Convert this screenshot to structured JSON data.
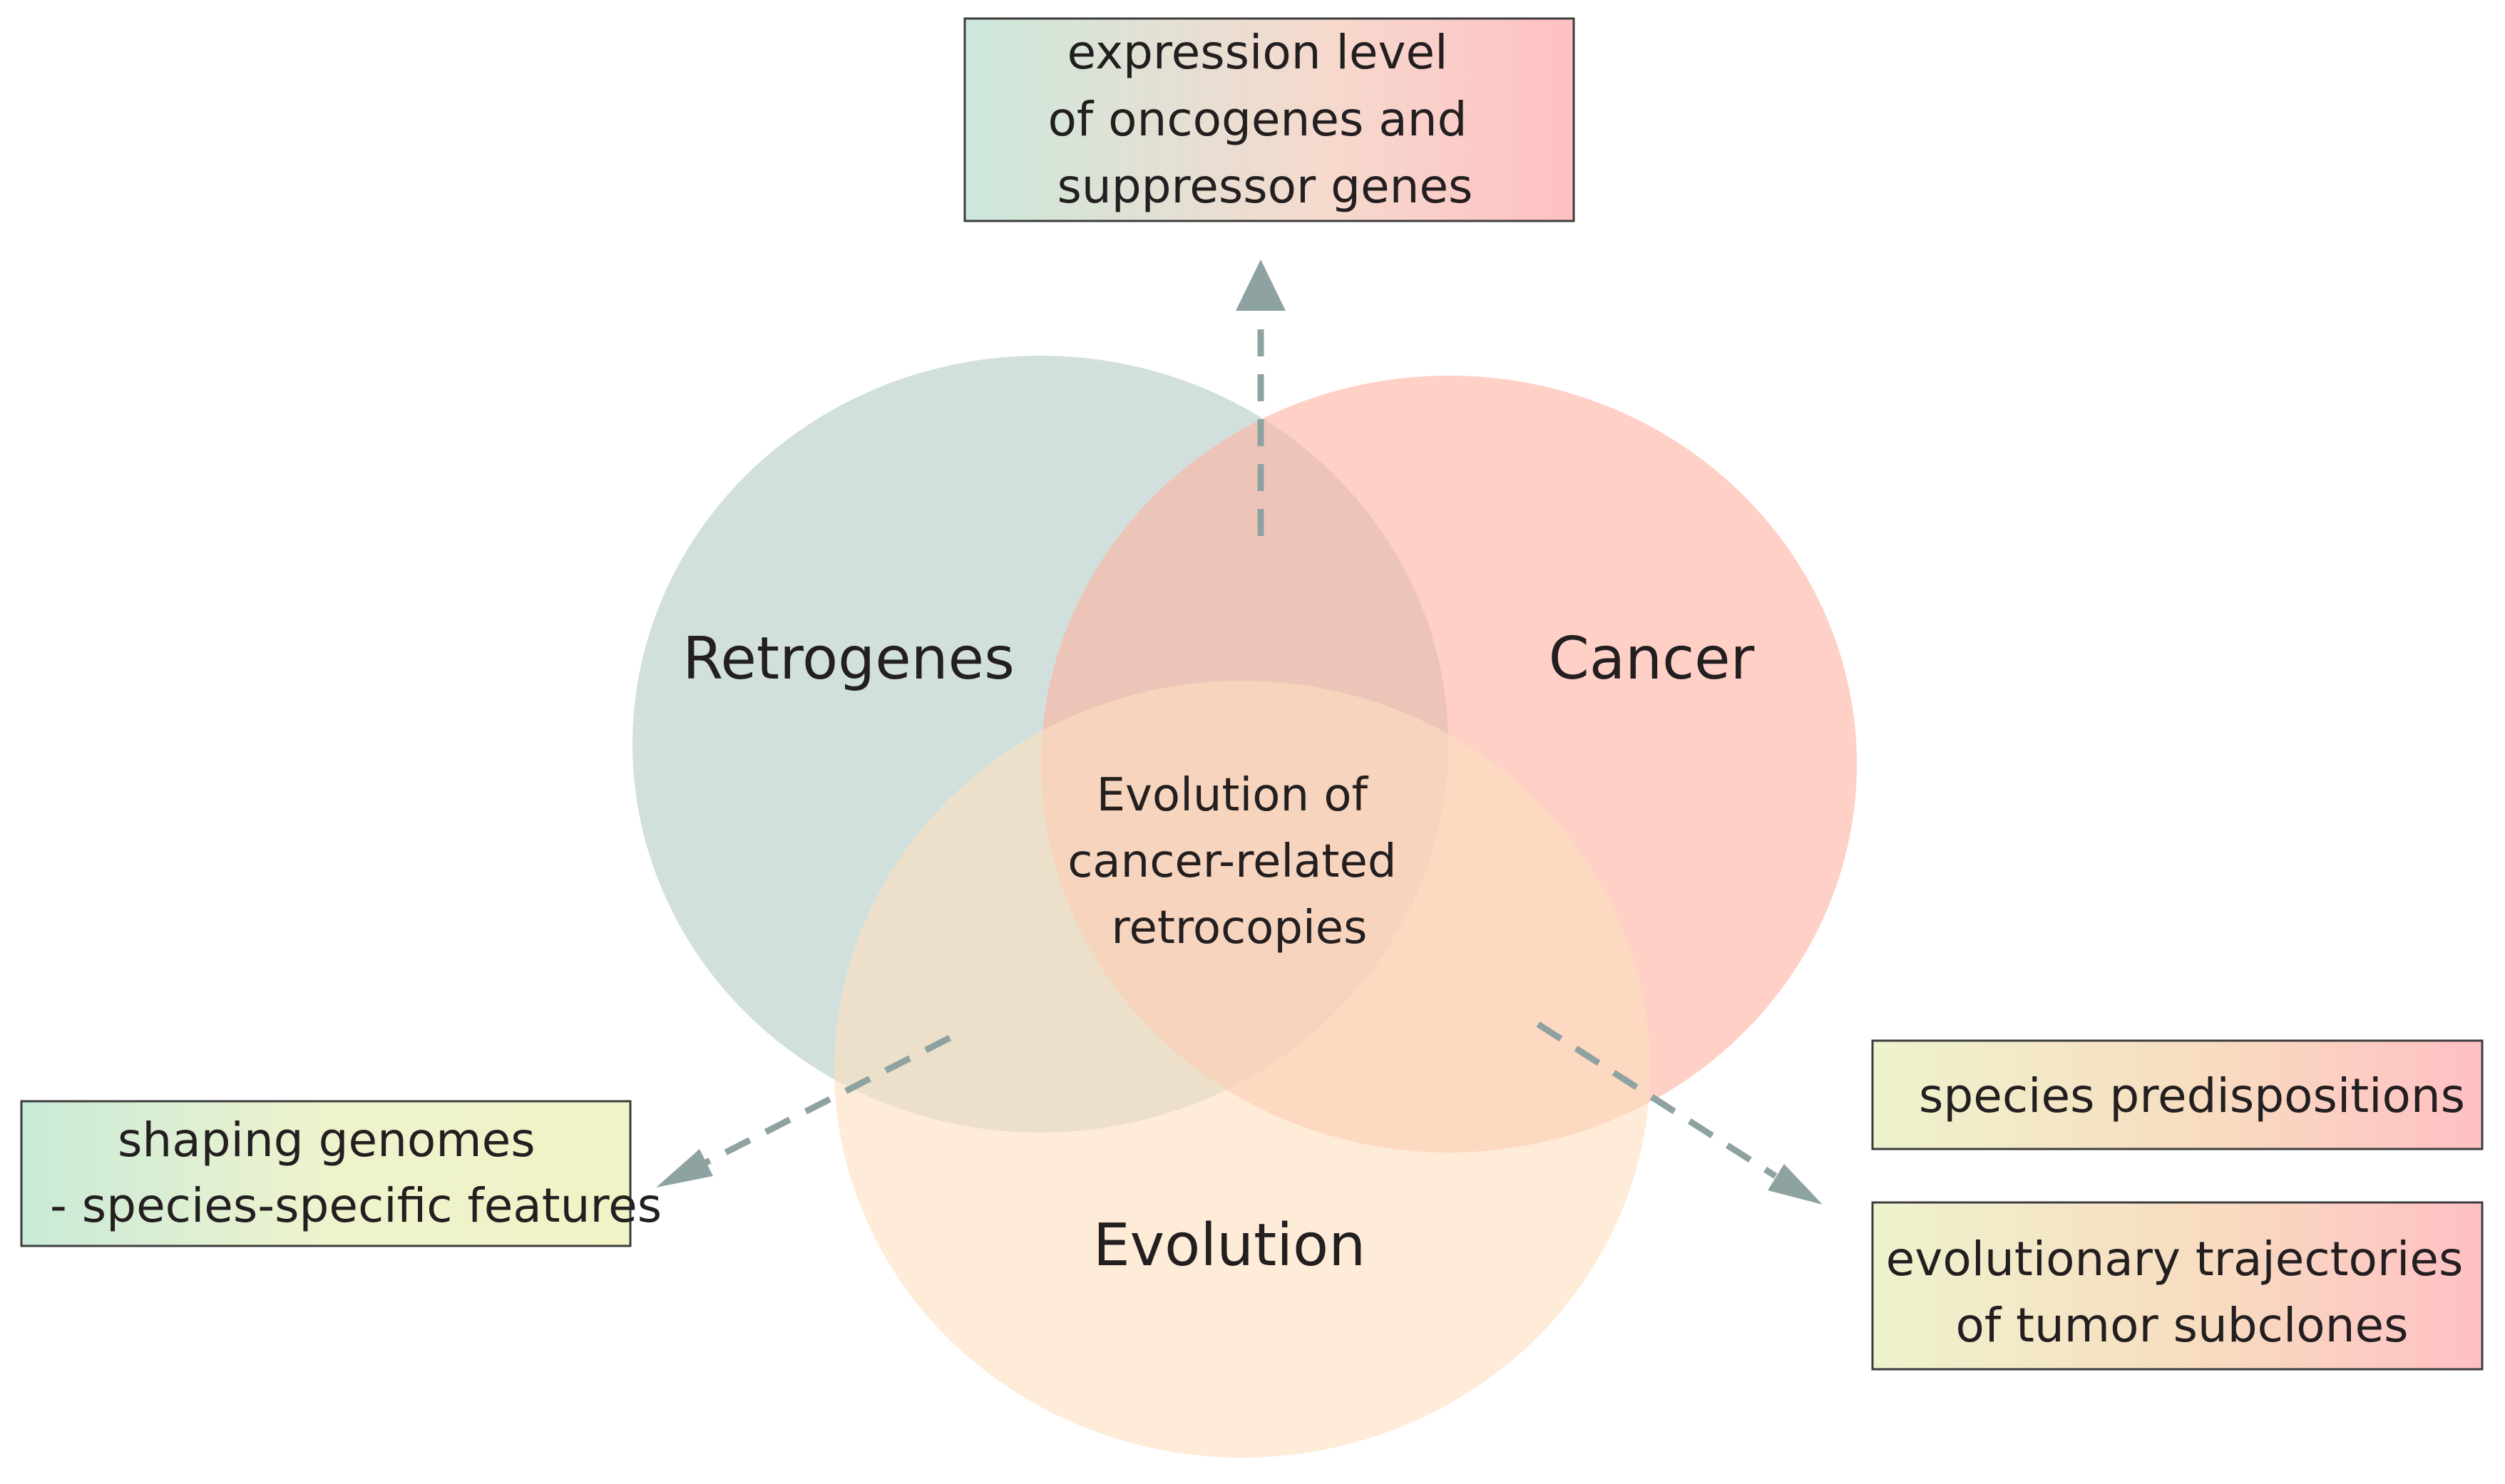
{
  "circles": {
    "retrogenes": {
      "label": "Retrogenes",
      "color": "#b4cbc6"
    },
    "cancer": {
      "label": "Cancer",
      "color": "#ffb0a0"
    },
    "evolution": {
      "label": "Evolution",
      "color": "#fde0c0"
    }
  },
  "center": {
    "lines": [
      "Evolution of",
      "cancer-related",
      "retrocopies"
    ]
  },
  "boxes": {
    "top": {
      "lines": [
        "expression level",
        "of oncogenes and",
        "suppressor genes"
      ],
      "gradient": [
        "#cde8dc",
        "#f6d9cd",
        "#ffc0c4"
      ]
    },
    "left": {
      "lines": [
        "shaping genomes",
        "- species-specific features"
      ],
      "gradient": [
        "#c9ead8",
        "#eef3cd",
        "#f1f3c6"
      ]
    },
    "right_top": {
      "lines": [
        "species predispositions"
      ],
      "gradient": [
        "#eef3cd",
        "#f8dcc0",
        "#ffc0c4"
      ]
    },
    "right_bottom": {
      "lines": [
        "evolutionary trajectories",
        "of tumor subclones"
      ],
      "gradient": [
        "#eef3cd",
        "#f8dcc0",
        "#ffc0c4"
      ]
    }
  },
  "arrow_color": "#8ea3a1"
}
